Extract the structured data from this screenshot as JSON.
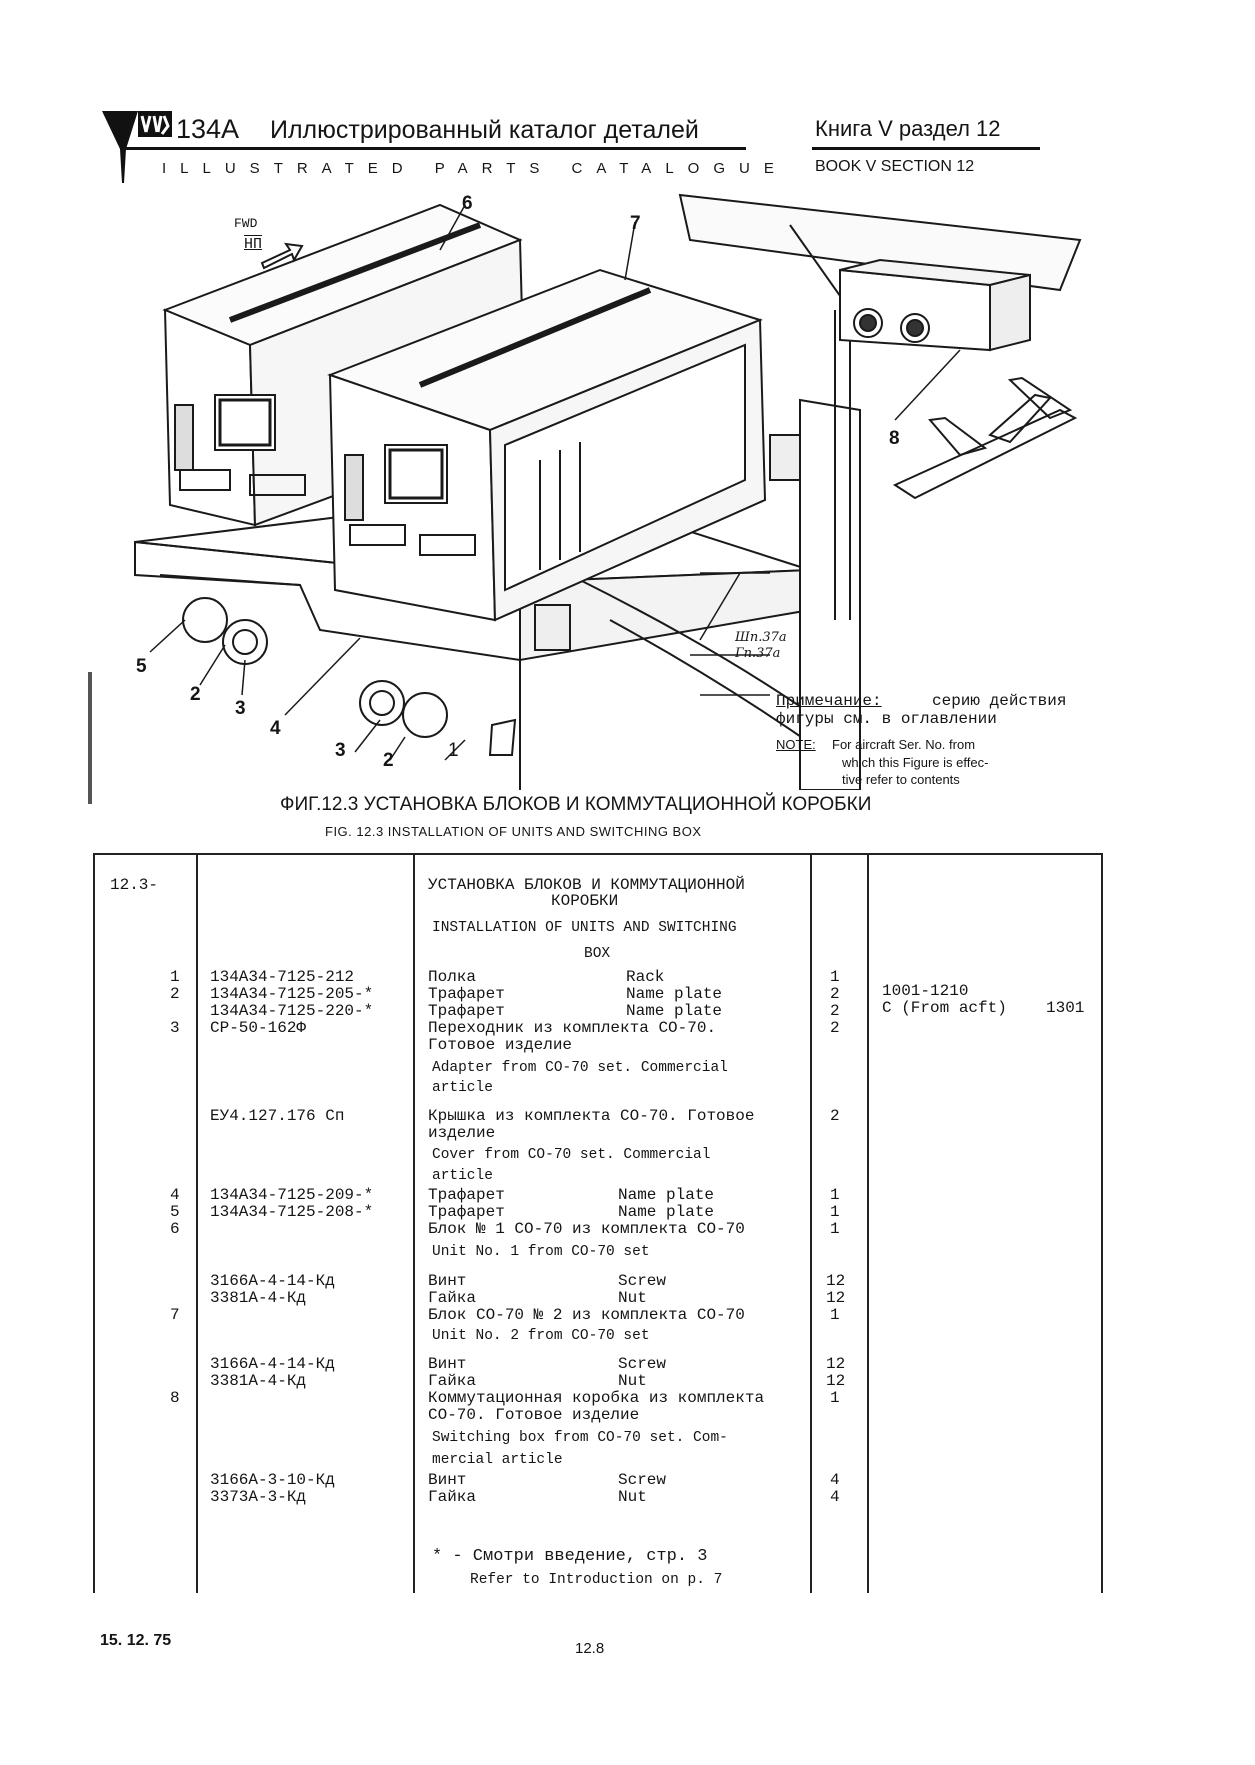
{
  "header": {
    "model": "134А",
    "title_ru": "Иллюстрированный каталог деталей",
    "title_en": "ILLUSTRATED PARTS CATALOGUE",
    "book_ru": "Книга V раздел 12",
    "book_en": "BOOK V SECTION 12"
  },
  "figure": {
    "fwd_label": "FWD",
    "fwd_code": "НП",
    "stamp_line1": "Шп.37а",
    "stamp_line2": "Гп.37а",
    "callouts": [
      "6",
      "7",
      "8",
      "5",
      "2",
      "3",
      "4",
      "3",
      "2",
      "1"
    ],
    "note_ru_label": "Примечание:",
    "note_ru_line1": "серию действия",
    "note_ru_line2": "фигуры см. в оглавлении",
    "note_en_label": "NOTE:",
    "note_en_line1": "For aircraft Ser. No. from",
    "note_en_line2": "which this Figure is effec-",
    "note_en_line3": "tive refer to contents",
    "caption_ru": "ФИГ.12.3 УСТАНОВКА БЛОКОВ И КОММУТАЦИОННОЙ КОРОБКИ",
    "caption_en": "FIG. 12.3 INSTALLATION OF UNITS AND SWITCHING BOX"
  },
  "table": {
    "fig_no": "12.3-",
    "title_ru_line1": "УСТАНОВКА БЛОКОВ И КОММУТАЦИОННОЙ",
    "title_ru_line2": "КОРОБКИ",
    "title_en_line1": "INSTALLATION OF UNITS AND SWITCHING",
    "title_en_line2": "BOX",
    "rows": [
      {
        "item": "1",
        "part": "134А34-7125-212",
        "ru": "Полка",
        "en": "Rack",
        "qty": "1",
        "eff": "1001-1210",
        "eff2": ""
      },
      {
        "item": "2",
        "part": "134А34-7125-205-*",
        "ru": "Трафарет",
        "en": "Name plate",
        "qty": "2",
        "eff": "С (From acft)",
        "eff2": "1301"
      },
      {
        "item": "",
        "part": "134А34-7125-220-*",
        "ru": "Трафарет",
        "en": "Name plate",
        "qty": "2",
        "eff": "",
        "eff2": ""
      },
      {
        "item": "3",
        "part": "СР-50-162Ф",
        "ru": "Переходник из комплекта СО-70.",
        "en": "",
        "qty": "2",
        "eff": "",
        "eff2": ""
      },
      {
        "item": "",
        "part": "",
        "ru": "Готовое изделие",
        "en": "",
        "qty": "",
        "eff": "",
        "eff2": ""
      },
      {
        "item": "",
        "part": "ЕУ4.127.176 Сп",
        "ru": "Крышка из комплекта СО-70. Готовое",
        "en": "",
        "qty": "2",
        "eff": "",
        "eff2": ""
      },
      {
        "item": "",
        "part": "",
        "ru": "изделие",
        "en": "",
        "qty": "",
        "eff": "",
        "eff2": ""
      },
      {
        "item": "4",
        "part": "134А34-7125-209-*",
        "ru": "Трафарет",
        "en": "Name plate",
        "qty": "1",
        "eff": "",
        "eff2": ""
      },
      {
        "item": "5",
        "part": "134А34-7125-208-*",
        "ru": "Трафарет",
        "en": "Name plate",
        "qty": "1",
        "eff": "",
        "eff2": ""
      },
      {
        "item": "6",
        "part": "",
        "ru": "Блок № 1 СО-70 из комплекта СО-70",
        "en": "",
        "qty": "1",
        "eff": "",
        "eff2": ""
      },
      {
        "item": "",
        "part": "3166А-4-14-Кд",
        "ru": "Винт",
        "en": "Screw",
        "qty": "12",
        "eff": "",
        "eff2": ""
      },
      {
        "item": "",
        "part": "3381А-4-Кд",
        "ru": "Гайка",
        "en": "Nut",
        "qty": "12",
        "eff": "",
        "eff2": ""
      },
      {
        "item": "7",
        "part": "",
        "ru": "Блок СО-70 № 2 из комплекта СО-70",
        "en": "",
        "qty": "1",
        "eff": "",
        "eff2": ""
      },
      {
        "item": "",
        "part": "3166А-4-14-Кд",
        "ru": "Винт",
        "en": "Screw",
        "qty": "12",
        "eff": "",
        "eff2": ""
      },
      {
        "item": "",
        "part": "3381А-4-Кд",
        "ru": "Гайка",
        "en": "Nut",
        "qty": "12",
        "eff": "",
        "eff2": ""
      },
      {
        "item": "8",
        "part": "",
        "ru": "Коммутационная коробка из комплекта",
        "en": "",
        "qty": "1",
        "eff": "",
        "eff2": ""
      },
      {
        "item": "",
        "part": "",
        "ru": "СО-70. Готовое изделие",
        "en": "",
        "qty": "",
        "eff": "",
        "eff2": ""
      },
      {
        "item": "",
        "part": "3166А-3-10-Кд",
        "ru": "Винт",
        "en": "Screw",
        "qty": "4",
        "eff": "",
        "eff2": ""
      },
      {
        "item": "",
        "part": "3373А-3-Кд",
        "ru": "Гайка",
        "en": "Nut",
        "qty": "4",
        "eff": "",
        "eff2": ""
      }
    ],
    "sub_lines": [
      "Adapter from CO-70 set. Commercial",
      "article",
      "Cover from CO-70 set. Commercial",
      "article",
      "Unit No. 1 from CO-70 set",
      "Unit No. 2 from CO-70 set",
      "Switching box from CO-70 set. Com-",
      "mercial article"
    ],
    "footnote_ru": "* - Смотри введение, стр. 3",
    "footnote_en": "Refer to Introduction on p. 7"
  },
  "footer": {
    "date": "15. 12. 75",
    "page": "12.8"
  }
}
